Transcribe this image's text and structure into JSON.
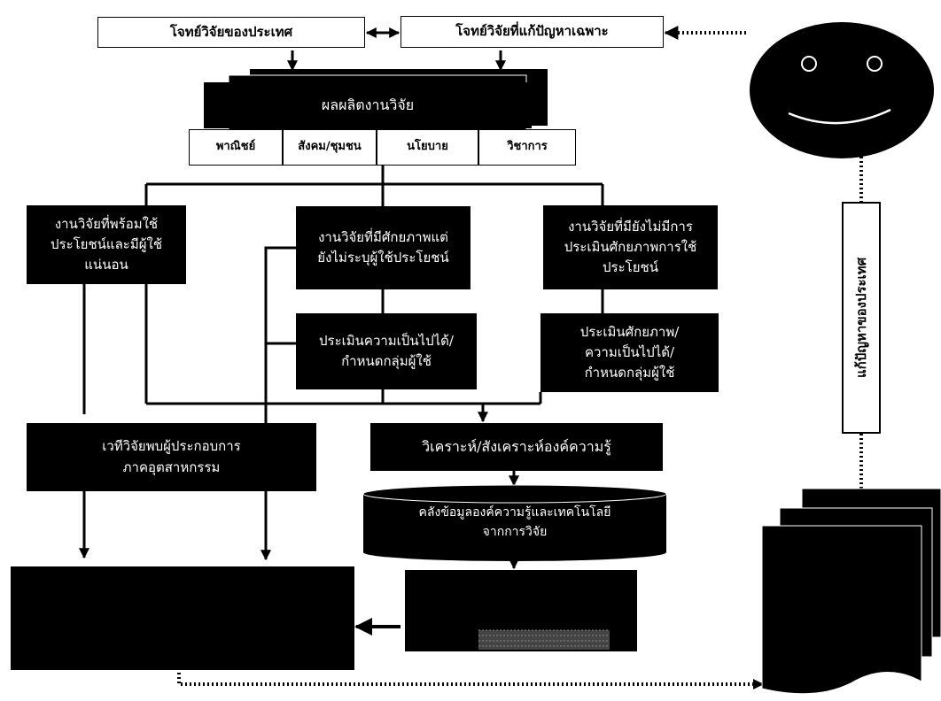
{
  "top": {
    "national_problems": "โจทย์วิจัยของประเทศ",
    "specific_problems": "โจทย์วิจัยที่แก้ปัญหาเฉพาะ"
  },
  "outputs": {
    "title": "ผลผลิตงานวิจัย",
    "tabs": [
      "พาณิชย์",
      "สังคม/ชุมชน",
      "นโยบาย",
      "วิชาการ"
    ]
  },
  "branches": {
    "ready": "งานวิจัยที่พร้อมใช้\nประโยชน์และมีผู้ใช้\nแน่นอน",
    "potential": "งานวิจัยที่มีศักยภาพแต่\nยังไม่ระบุผู้ใช้ประโยชน์",
    "unassessed": "งานวิจัยที่มียังไม่มีการ\nประเมินศักยภาพการใช้\nประโยชน์"
  },
  "evaluations": {
    "feasibility": "ประเมินความเป็นไปได้/\nกำหนดกลุ่มผู้ใช้",
    "potential_feasibility": "ประเมินศักยภาพ/\nความเป็นไปได้/\nกำหนดกลุ่มผู้ใช้"
  },
  "analysis": "วิเคราะห์/สังเคราะห์องค์ความรู้",
  "industry": "เวทีวิจัยพบผู้ประกอบการ\nภาคอุตสาหกรรม",
  "database": "คลังข้อมูลองค์ความรู้และเทคโนโลยี\nจากการวิจัย",
  "side_label": "แก้ปัญหาของประเทศ",
  "colors": {
    "fill": "#000000",
    "paper": "#ffffff"
  }
}
